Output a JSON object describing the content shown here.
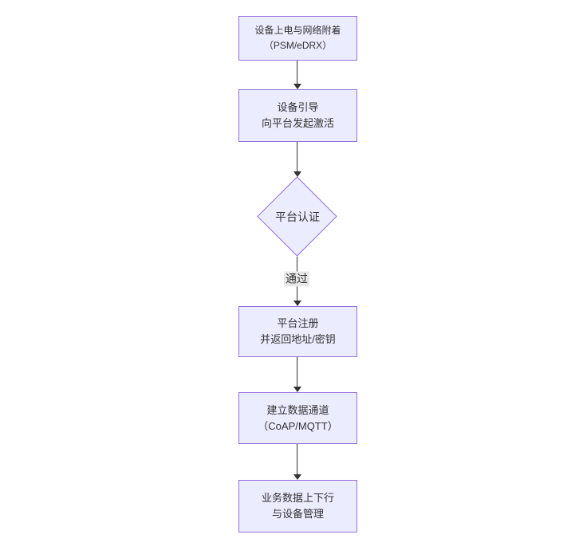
{
  "diagram": {
    "type": "flowchart",
    "direction": "top-down",
    "colors": {
      "node_fill": "#ECECFF",
      "node_border": "#9370DB",
      "edge": "#333333",
      "text": "#333333",
      "edge_label_bg": "#e8e8e8",
      "background": "#ffffff"
    },
    "nodes": [
      {
        "id": "power-attach",
        "shape": "rect",
        "lines": [
          "设备上电与网络附着",
          "（PSM/eDRX）"
        ]
      },
      {
        "id": "bootstrap",
        "shape": "rect",
        "lines": [
          "设备引导",
          "向平台发起激活"
        ]
      },
      {
        "id": "auth-decision",
        "shape": "diamond",
        "lines": [
          "平台认证"
        ]
      },
      {
        "id": "register",
        "shape": "rect",
        "lines": [
          "平台注册",
          "并返回地址/密钥"
        ]
      },
      {
        "id": "data-channel",
        "shape": "rect",
        "lines": [
          "建立数据通道",
          "（CoAP/MQTT）"
        ]
      },
      {
        "id": "business",
        "shape": "rect",
        "lines": [
          "业务数据上下行",
          "与设备管理"
        ]
      }
    ],
    "edges": [
      {
        "from": "power-attach",
        "to": "bootstrap",
        "label": ""
      },
      {
        "from": "bootstrap",
        "to": "auth-decision",
        "label": ""
      },
      {
        "from": "auth-decision",
        "to": "register",
        "label": "通过"
      },
      {
        "from": "register",
        "to": "data-channel",
        "label": ""
      },
      {
        "from": "data-channel",
        "to": "business",
        "label": ""
      }
    ]
  }
}
